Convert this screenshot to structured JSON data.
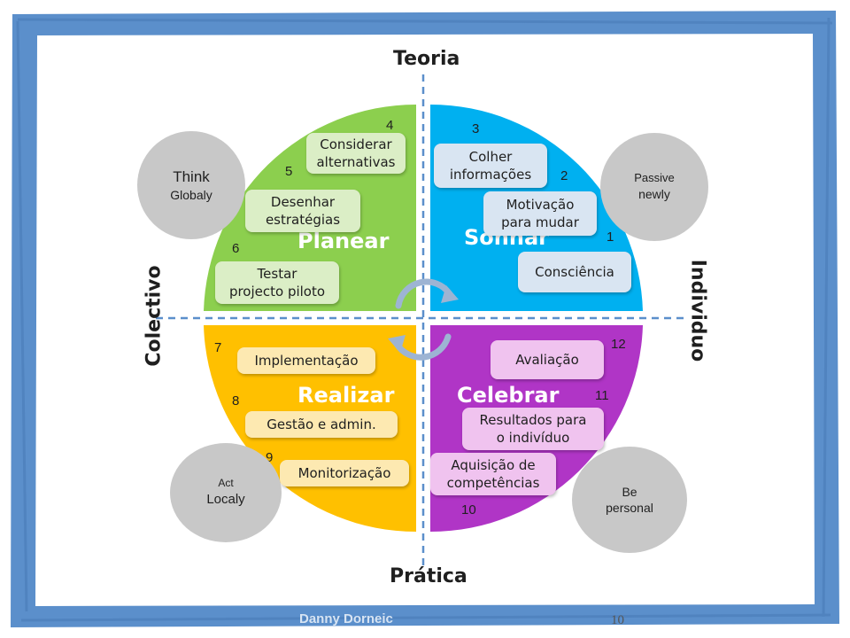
{
  "colors": {
    "frame": "#5b8fcb",
    "planear": "#8ccf4e",
    "sonhar": "#00b0f0",
    "realizar": "#ffc000",
    "celebrar": "#b035c6",
    "bubble": "#c8c8c8",
    "axis_line": "#5b8fcb"
  },
  "axes": {
    "top": "Teoria",
    "bottom": "Prática",
    "left": "Colectivo",
    "right": "Individuo"
  },
  "quadrants": {
    "planear": "Planear",
    "sonhar": "Sonhar",
    "realizar": "Realizar",
    "celebrar": "Celebrar"
  },
  "steps": {
    "s1": {
      "num": "1",
      "label": "Consciência"
    },
    "s2": {
      "num": "2",
      "label": "Motivação\npara mudar"
    },
    "s3": {
      "num": "3",
      "label": "Colher\ninformações"
    },
    "s4": {
      "num": "4",
      "label": "Considerar\nalternativas"
    },
    "s5": {
      "num": "5",
      "label": "Desenhar\nestratégias"
    },
    "s6": {
      "num": "6",
      "label": "Testar\nprojecto piloto"
    },
    "s7": {
      "num": "7",
      "label": "Implementação"
    },
    "s8": {
      "num": "8",
      "label": "Gestão e admin."
    },
    "s9": {
      "num": "9",
      "label": "Monitorização"
    },
    "s10": {
      "num": "10",
      "label": "Aquisição de\ncompetências"
    },
    "s11": {
      "num": "11",
      "label": "Resultados para\no indivíduo"
    },
    "s12": {
      "num": "12",
      "label": "Avaliação"
    }
  },
  "bubbles": {
    "top_left": {
      "line1": "Think",
      "line2": "Globaly"
    },
    "top_right": {
      "line1": "Passive",
      "line2": "newly"
    },
    "bottom_left": {
      "line1": "Act",
      "line2": "Localy"
    },
    "bottom_right": {
      "line1": "Be",
      "line2": "personal"
    }
  },
  "page_number": "10",
  "footer_text": "Danny Dorneic"
}
